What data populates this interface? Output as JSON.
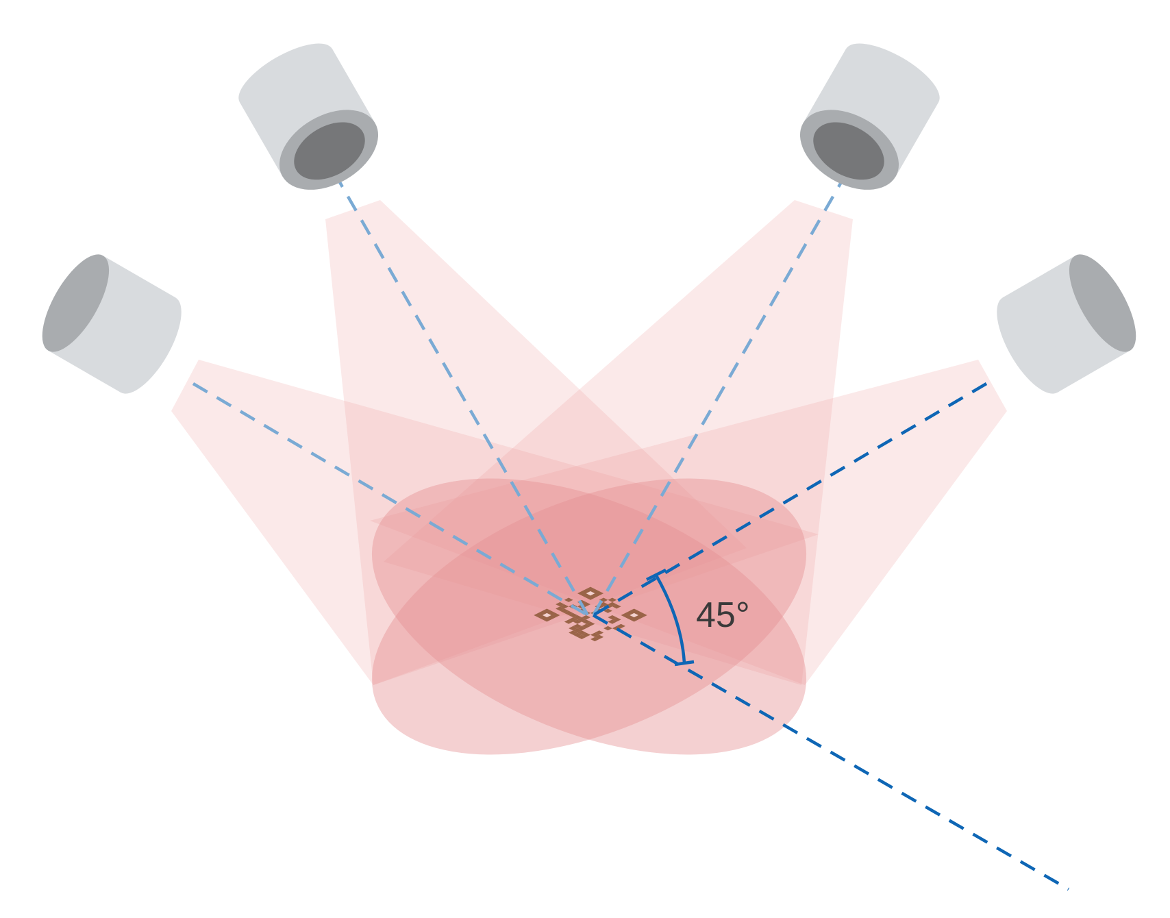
{
  "diagram": {
    "angle_label": "45°",
    "lights": [
      {
        "id": "left",
        "direction": "low-angle"
      },
      {
        "id": "top-left",
        "direction": "high-angle"
      },
      {
        "id": "top-right",
        "direction": "high-angle"
      },
      {
        "id": "right",
        "direction": "low-angle"
      }
    ],
    "target": "qr-code",
    "colors": {
      "beam": "#f0a0a0",
      "spot": "#e58f92",
      "axis_light": "#7aaad4",
      "axis_dark": "#0e66b5",
      "housing": "#d8dbde",
      "housing_shadow": "#a9acaf",
      "lens": "#767779",
      "qr": "#9a6448"
    }
  }
}
